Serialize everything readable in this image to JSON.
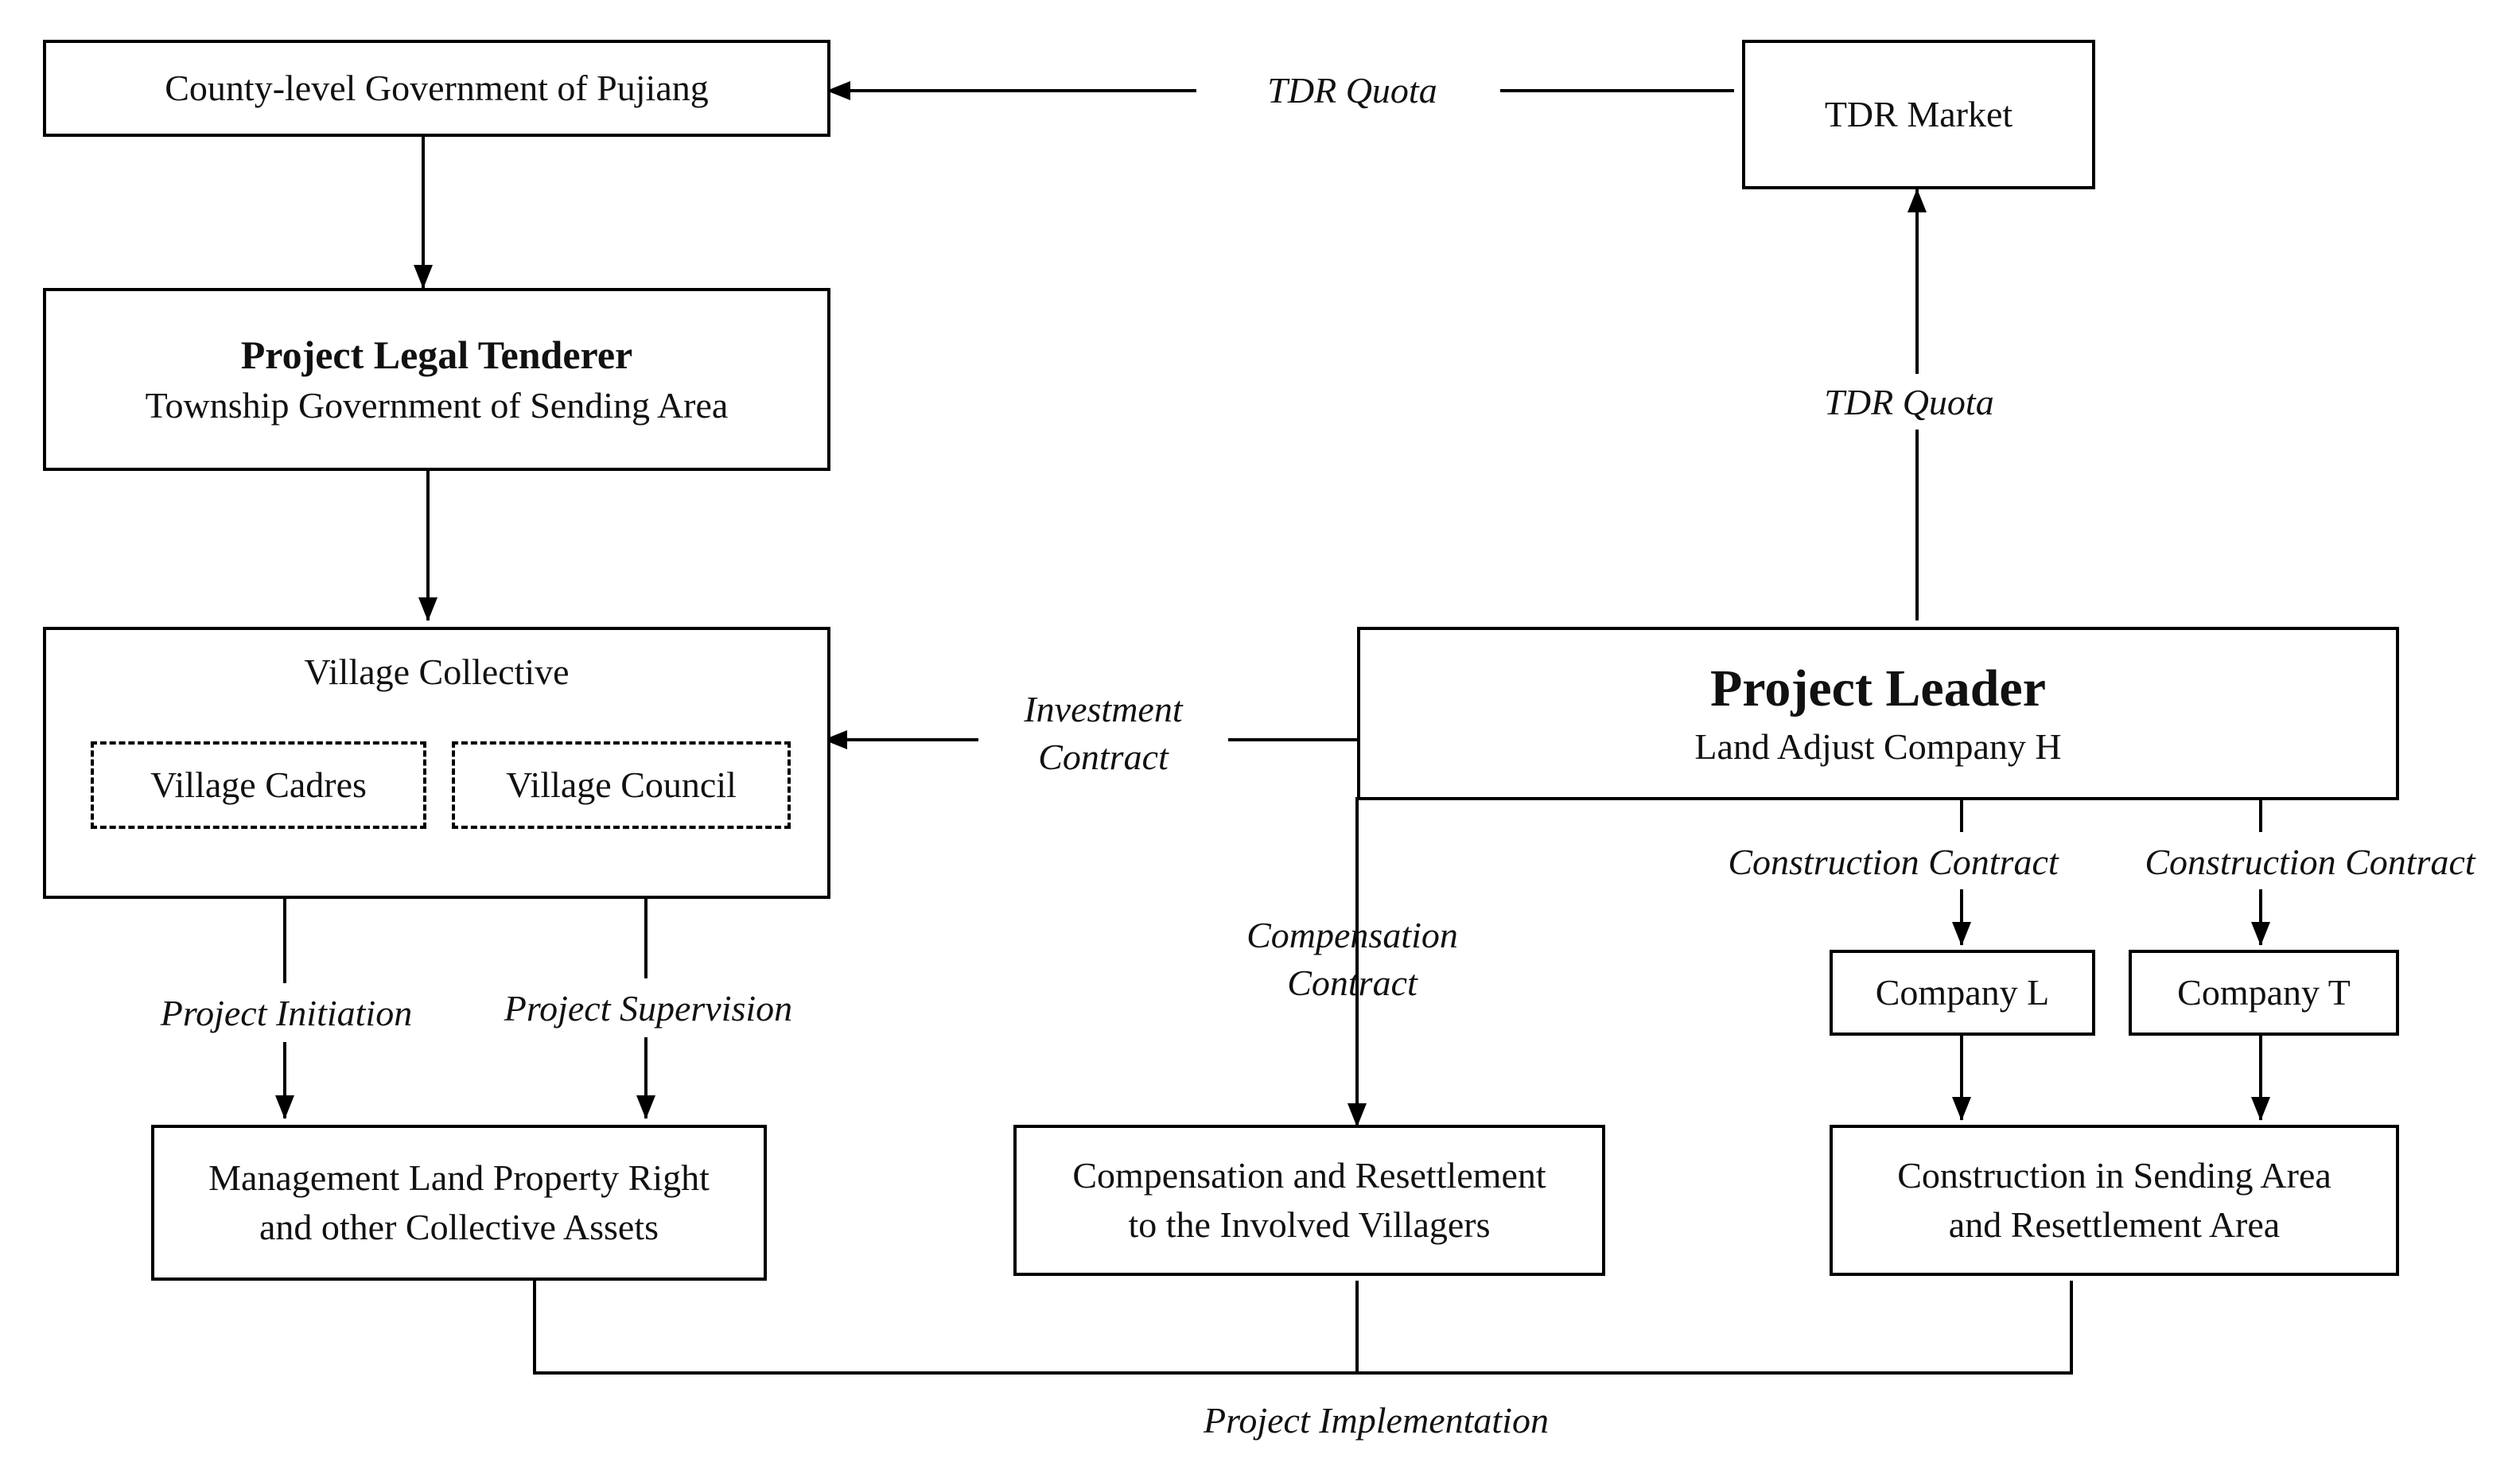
{
  "nodes": {
    "county": "County-level Government of Pujiang",
    "tdr_market": "TDR Market",
    "tenderer_title": "Project Legal Tenderer",
    "tenderer_sub": "Township Government of Sending Area",
    "village_collective": "Village Collective",
    "village_cadres": "Village Cadres",
    "village_council": "Village Council",
    "leader_title": "Project Leader",
    "leader_sub": "Land Adjust Company H",
    "company_l": "Company L",
    "company_t": "Company T",
    "management_line1": "Management Land Property Right",
    "management_line2": "and other Collective Assets",
    "compensation_line1": "Compensation and Resettlement",
    "compensation_line2": "to the Involved Villagers",
    "construction_line1": "Construction in Sending Area",
    "construction_line2": "and Resettlement Area"
  },
  "edge_labels": {
    "tdr_quota_top": "TDR Quota",
    "tdr_quota_right": "TDR Quota",
    "investment_line1": "Investment",
    "investment_line2": "Contract",
    "construction_contract_l": "Construction Contract",
    "construction_contract_t": "Construction Contract",
    "compensation_line1": "Compensation",
    "compensation_line2": "Contract",
    "project_initiation": "Project Initiation",
    "project_supervision": "Project Supervision",
    "project_implementation": "Project Implementation"
  }
}
